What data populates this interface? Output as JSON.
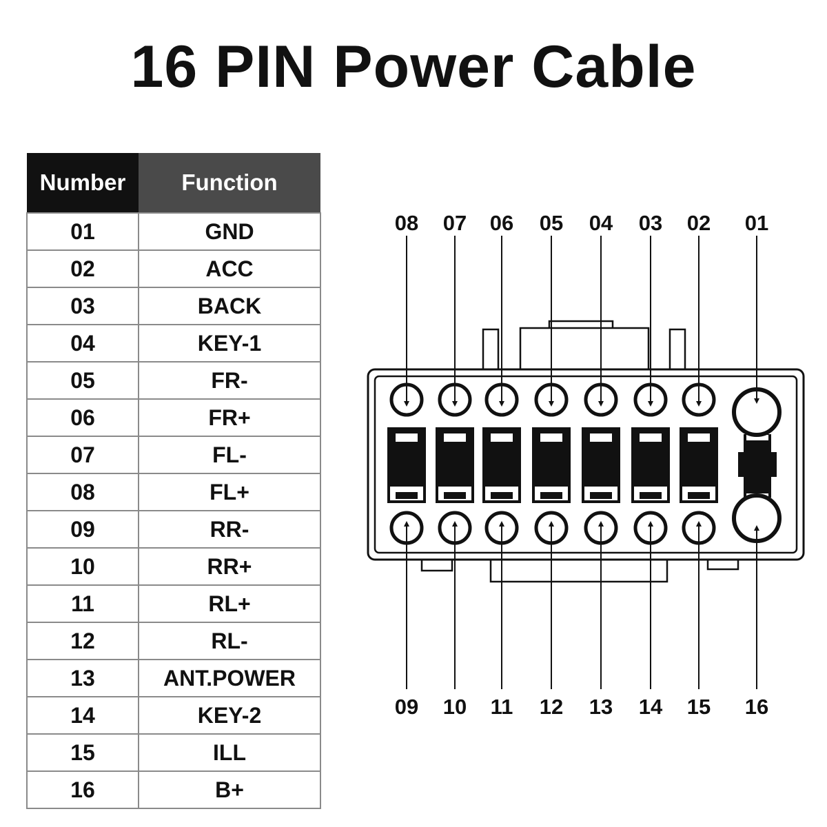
{
  "title": "16 PIN Power Cable",
  "table": {
    "headers": {
      "number": "Number",
      "function": "Function"
    },
    "rows": [
      {
        "number": "01",
        "function": "GND"
      },
      {
        "number": "02",
        "function": "ACC"
      },
      {
        "number": "03",
        "function": "BACK"
      },
      {
        "number": "04",
        "function": "KEY-1"
      },
      {
        "number": "05",
        "function": "FR-"
      },
      {
        "number": "06",
        "function": "FR+"
      },
      {
        "number": "07",
        "function": "FL-"
      },
      {
        "number": "08",
        "function": "FL+"
      },
      {
        "number": "09",
        "function": "RR-"
      },
      {
        "number": "10",
        "function": "RR+"
      },
      {
        "number": "11",
        "function": "RL+"
      },
      {
        "number": "12",
        "function": "RL-"
      },
      {
        "number": "13",
        "function": "ANT.POWER"
      },
      {
        "number": "14",
        "function": "KEY-2"
      },
      {
        "number": "15",
        "function": "ILL"
      },
      {
        "number": "16",
        "function": "B+"
      }
    ]
  },
  "connector": {
    "top_labels": [
      "08",
      "07",
      "06",
      "05",
      "04",
      "03",
      "02",
      "01"
    ],
    "bottom_labels": [
      "09",
      "10",
      "11",
      "12",
      "13",
      "14",
      "15",
      "16"
    ]
  }
}
